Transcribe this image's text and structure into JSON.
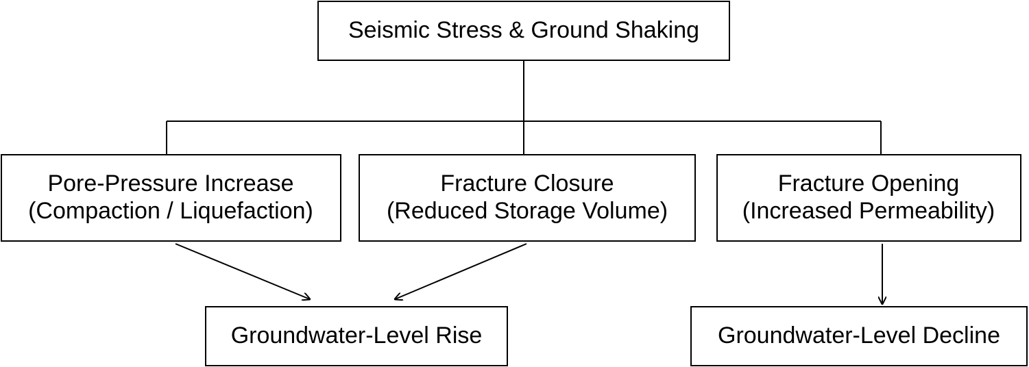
{
  "nodes": {
    "seismic": {
      "lines": [
        "Seismic Stress & Ground Shaking"
      ]
    },
    "pore": {
      "lines": [
        "Pore-Pressure Increase",
        "(Compaction / Liquefaction)"
      ]
    },
    "closure": {
      "lines": [
        "Fracture Closure",
        "(Reduced Storage Volume)"
      ]
    },
    "opening": {
      "lines": [
        "Fracture Opening",
        "(Increased Permeability)"
      ]
    },
    "rise": {
      "lines": [
        "Groundwater-Level Rise"
      ]
    },
    "decline": {
      "lines": [
        "Groundwater-Level Decline"
      ]
    }
  },
  "edges": [
    {
      "from": "seismic",
      "to": "pore"
    },
    {
      "from": "seismic",
      "to": "closure"
    },
    {
      "from": "seismic",
      "to": "opening"
    },
    {
      "from": "pore",
      "to": "rise"
    },
    {
      "from": "closure",
      "to": "rise"
    },
    {
      "from": "opening",
      "to": "decline"
    }
  ],
  "colors": {
    "stroke": "#000000",
    "fill": "#ffffff",
    "text": "#000000"
  }
}
